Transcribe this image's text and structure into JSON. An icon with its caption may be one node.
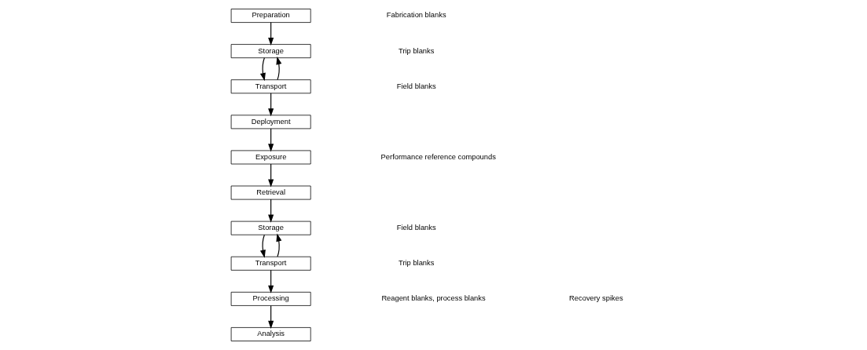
{
  "diagram": {
    "nodes": [
      {
        "text": [
          "Preparation"
        ]
      },
      {
        "text": [
          "Storage"
        ]
      },
      {
        "text": [
          "Transport"
        ]
      },
      {
        "text": [
          "Deployment"
        ]
      },
      {
        "text": [
          "Exposure"
        ]
      },
      {
        "text": [
          "Retrieval"
        ]
      },
      {
        "text": [
          "Storage"
        ]
      },
      {
        "text": [
          "Transport"
        ]
      },
      {
        "text": [
          "Processing"
        ]
      },
      {
        "text": [
          "Analysis"
        ]
      }
    ],
    "edges": [
      {
        "from": 0,
        "to": 1,
        "arrow": "to"
      },
      {
        "from": 1,
        "to": 2,
        "arrow": "to"
      },
      {
        "from": 2,
        "to": 1,
        "arrow": "to"
      },
      {
        "from": 2,
        "to": 3,
        "arrow": "to"
      },
      {
        "from": 3,
        "to": 4,
        "arrow": "to"
      },
      {
        "from": 4,
        "to": 5,
        "arrow": "to"
      },
      {
        "from": 5,
        "to": 6,
        "arrow": "to"
      },
      {
        "from": 6,
        "to": 7,
        "arrow": "to"
      },
      {
        "from": 7,
        "to": 6,
        "arrow": "to"
      },
      {
        "from": 7,
        "to": 8,
        "arrow": "to"
      },
      {
        "from": 8,
        "to": 9,
        "arrow": "to"
      }
    ],
    "labels": [
      "Fabrication blanks",
      "Trip blanks",
      "Field blanks",
      "Performance reference compounds",
      "Field blanks",
      "Trip blanks",
      "Reagent blanks, process blanks",
      "Recovery spikes"
    ]
  }
}
